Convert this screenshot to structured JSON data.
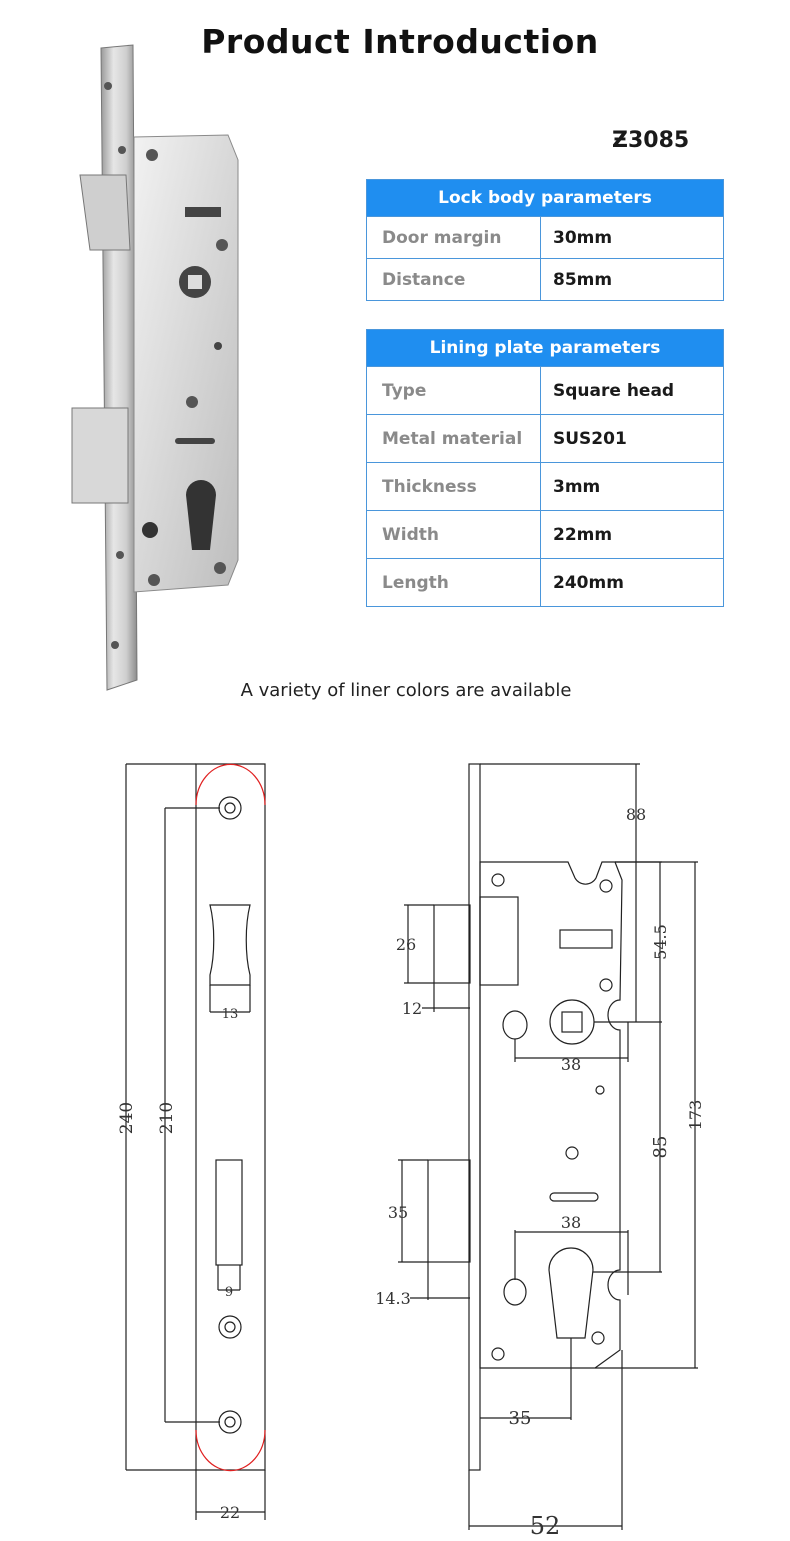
{
  "title": "Product Introduction",
  "model": "Ƶ3085",
  "lock_body": {
    "header": "Lock body parameters",
    "rows": [
      {
        "key": "Door margin",
        "value": "30mm"
      },
      {
        "key": "Distance",
        "value": "85mm"
      }
    ]
  },
  "lining_plate": {
    "header": "Lining plate parameters",
    "rows": [
      {
        "key": "Type",
        "value": "Square head"
      },
      {
        "key": "Metal material",
        "value": "SUS201"
      },
      {
        "key": "Thickness",
        "value": "3mm"
      },
      {
        "key": "Width",
        "value": "22mm"
      },
      {
        "key": "Length",
        "value": "240mm"
      }
    ]
  },
  "caption": "A variety of liner colors are available",
  "dimensions": {
    "plate_length": "240",
    "hole_spacing": "210",
    "slot_width_top": "13",
    "slot_width_bottom": "9",
    "plate_width": "22",
    "top_offset": "88",
    "latch_height": "26",
    "latch_depth": "12",
    "spindle_offset_a": "38",
    "spindle_to_top": "54.5",
    "body_height": "173",
    "center_distance": "85",
    "cylinder_offset": "38",
    "bolt_height": "35",
    "bolt_depth": "14.3",
    "backset": "35",
    "body_width": "52"
  }
}
